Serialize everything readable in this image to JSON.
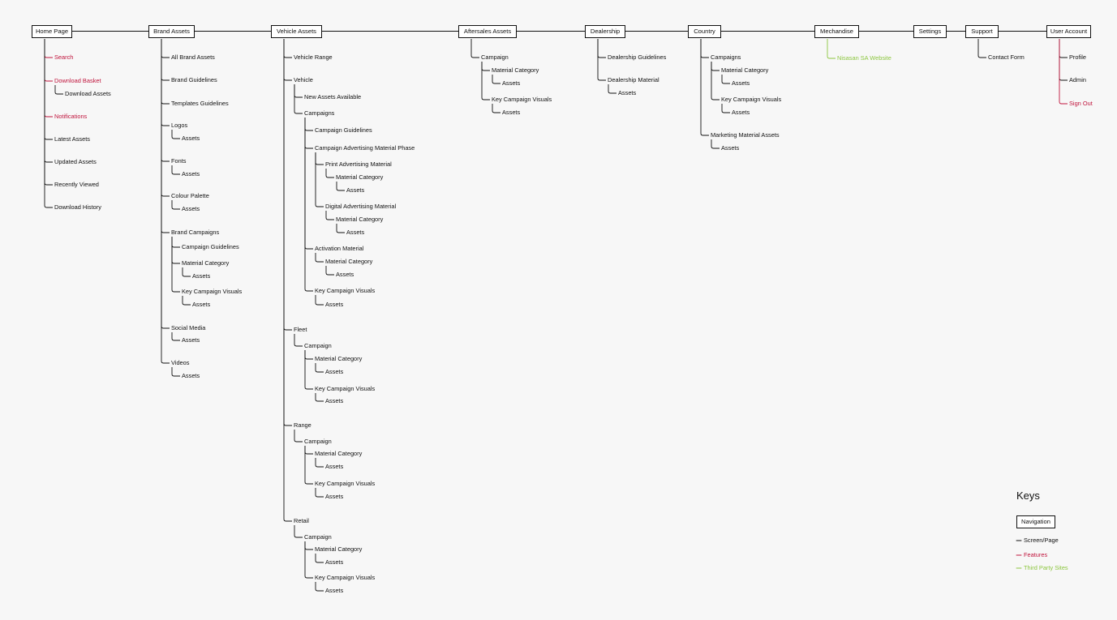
{
  "colors": {
    "screen": "#111111",
    "feature": "#c0143c",
    "third_party": "#8cc63f",
    "background": "#f7f7f7"
  },
  "nav": [
    {
      "key": "home",
      "label": "Home Page"
    },
    {
      "key": "brand",
      "label": "Brand Assets"
    },
    {
      "key": "vehicle",
      "label": "Vehicle Assets"
    },
    {
      "key": "aftersales",
      "label": "Aftersales Assets"
    },
    {
      "key": "dealership",
      "label": "Dealership"
    },
    {
      "key": "country",
      "label": "Country"
    },
    {
      "key": "merch",
      "label": "Mechandise"
    },
    {
      "key": "settings",
      "label": "Settings"
    },
    {
      "key": "support",
      "label": "Support"
    },
    {
      "key": "account",
      "label": "User Account"
    }
  ],
  "tree": {
    "home": [
      {
        "label": "Search",
        "type": "feature"
      },
      {
        "label": "Download Basket",
        "type": "feature",
        "children": [
          {
            "label": "Download Assets"
          }
        ]
      },
      {
        "label": "Notifications",
        "type": "feature"
      },
      {
        "label": "Latest Assets"
      },
      {
        "label": "Updated Assets"
      },
      {
        "label": "Recently Viewed"
      },
      {
        "label": "Download History"
      }
    ],
    "brand": [
      {
        "label": "All Brand Assets"
      },
      {
        "label": "Brand Guidelines"
      },
      {
        "label": "Templates Guidelines"
      },
      {
        "label": "Logos",
        "children": [
          {
            "label": "Assets"
          }
        ]
      },
      {
        "label": "Fonts",
        "children": [
          {
            "label": "Assets"
          }
        ]
      },
      {
        "label": "Colour Palette",
        "children": [
          {
            "label": "Assets"
          }
        ]
      },
      {
        "label": "Brand Campaigns",
        "children": [
          {
            "label": "Campaign Guidelines"
          },
          {
            "label": "Material Category",
            "children": [
              {
                "label": "Assets"
              }
            ]
          },
          {
            "label": "Key Campaign Visuals",
            "children": [
              {
                "label": "Assets"
              }
            ]
          }
        ]
      },
      {
        "label": "Social Media",
        "children": [
          {
            "label": "Assets"
          }
        ]
      },
      {
        "label": "Videos",
        "children": [
          {
            "label": "Assets"
          }
        ]
      }
    ],
    "vehicle": [
      {
        "label": "Vehicle Range"
      },
      {
        "label": "Vehicle",
        "children": [
          {
            "label": "New Assets Available"
          },
          {
            "label": "Campaigns",
            "children": [
              {
                "label": "Campaign Guidelines"
              },
              {
                "label": "Campaign Advertising Material Phase",
                "children": [
                  {
                    "label": "Print Advertising Material",
                    "children": [
                      {
                        "label": "Material Category",
                        "children": [
                          {
                            "label": "Assets"
                          }
                        ]
                      }
                    ]
                  },
                  {
                    "label": "Digital Advertising Material",
                    "children": [
                      {
                        "label": "Material Category",
                        "children": [
                          {
                            "label": "Assets"
                          }
                        ]
                      }
                    ]
                  }
                ]
              },
              {
                "label": "Activation Material",
                "children": [
                  {
                    "label": "Material Category",
                    "children": [
                      {
                        "label": "Assets"
                      }
                    ]
                  }
                ]
              },
              {
                "label": "Key Campaign Visuals",
                "children": [
                  {
                    "label": "Assets"
                  }
                ]
              }
            ]
          }
        ]
      },
      {
        "label": "Fleet",
        "children": [
          {
            "label": "Campaign",
            "children": [
              {
                "label": "Material Category",
                "children": [
                  {
                    "label": "Assets"
                  }
                ]
              },
              {
                "label": "Key Campaign Visuals",
                "children": [
                  {
                    "label": "Assets"
                  }
                ]
              }
            ]
          }
        ]
      },
      {
        "label": "Range",
        "children": [
          {
            "label": "Campaign",
            "children": [
              {
                "label": "Material Category",
                "children": [
                  {
                    "label": "Assets"
                  }
                ]
              },
              {
                "label": "Key Campaign Visuals",
                "children": [
                  {
                    "label": "Assets"
                  }
                ]
              }
            ]
          }
        ]
      },
      {
        "label": "Retail",
        "children": [
          {
            "label": "Campaign",
            "children": [
              {
                "label": "Material Category",
                "children": [
                  {
                    "label": "Assets"
                  }
                ]
              },
              {
                "label": "Key Campaign Visuals",
                "children": [
                  {
                    "label": "Assets"
                  }
                ]
              }
            ]
          }
        ]
      }
    ],
    "aftersales": [
      {
        "label": "Campaign",
        "children": [
          {
            "label": "Material Category",
            "children": [
              {
                "label": "Assets"
              }
            ]
          },
          {
            "label": "Key Campaign Visuals",
            "children": [
              {
                "label": "Assets"
              }
            ]
          }
        ]
      }
    ],
    "dealership": [
      {
        "label": "Dealership Guidelines"
      },
      {
        "label": "Dealership Material",
        "children": [
          {
            "label": "Assets"
          }
        ]
      }
    ],
    "country": [
      {
        "label": "Campaigns",
        "children": [
          {
            "label": "Material Category",
            "children": [
              {
                "label": "Assets"
              }
            ]
          },
          {
            "label": "Key Campaign Visuals",
            "children": [
              {
                "label": "Assets"
              }
            ]
          }
        ]
      },
      {
        "label": "Marketing Material Assets",
        "children": [
          {
            "label": "Assets"
          }
        ]
      }
    ],
    "merch": [
      {
        "label": "Nisasan SA Website",
        "type": "third_party"
      }
    ],
    "settings": [],
    "support": [
      {
        "label": "Contact Form"
      }
    ],
    "account": [
      {
        "label": "Profile"
      },
      {
        "label": "Admin"
      },
      {
        "label": "Sign Out",
        "type": "feature"
      }
    ]
  },
  "keys": {
    "title": "Keys",
    "navigation_label": "Navigation",
    "items": [
      {
        "label": "Screen/Page",
        "type": "screen"
      },
      {
        "label": "Features",
        "type": "feature"
      },
      {
        "label": "Third Party Sites",
        "type": "third_party"
      }
    ]
  }
}
